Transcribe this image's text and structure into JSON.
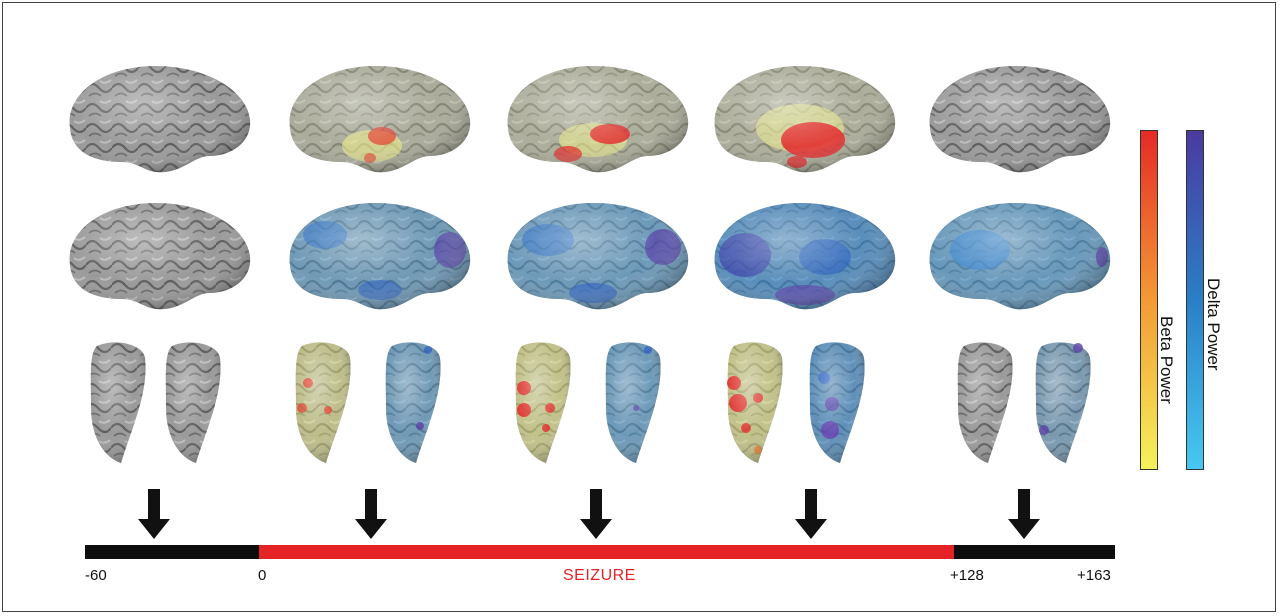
{
  "timeline": {
    "ticks": [
      "-60",
      "0",
      "+128",
      "+163"
    ],
    "seizure_label": "SEIZURE",
    "colors": {
      "pre_post": "#000000",
      "seizure": "#e42326"
    }
  },
  "colorbars": {
    "beta": {
      "label": "Beta Power",
      "colors": [
        "#e62a26",
        "#f39a35",
        "#f4f25a"
      ]
    },
    "delta": {
      "label": "Delta Power",
      "colors": [
        "#4b3aa0",
        "#2a7fc6",
        "#47c8f2"
      ]
    }
  },
  "panels": [
    {
      "beta_activity": 0,
      "delta_activity": 0
    },
    {
      "beta_activity": 1,
      "delta_activity": 1
    },
    {
      "beta_activity": 2,
      "delta_activity": 2
    },
    {
      "beta_activity": 3,
      "delta_activity": 3
    },
    {
      "beta_activity": 0,
      "delta_activity": 1
    }
  ],
  "icons": {
    "arrow": "down-arrow-icon",
    "brain": "brain-surface-icon"
  }
}
